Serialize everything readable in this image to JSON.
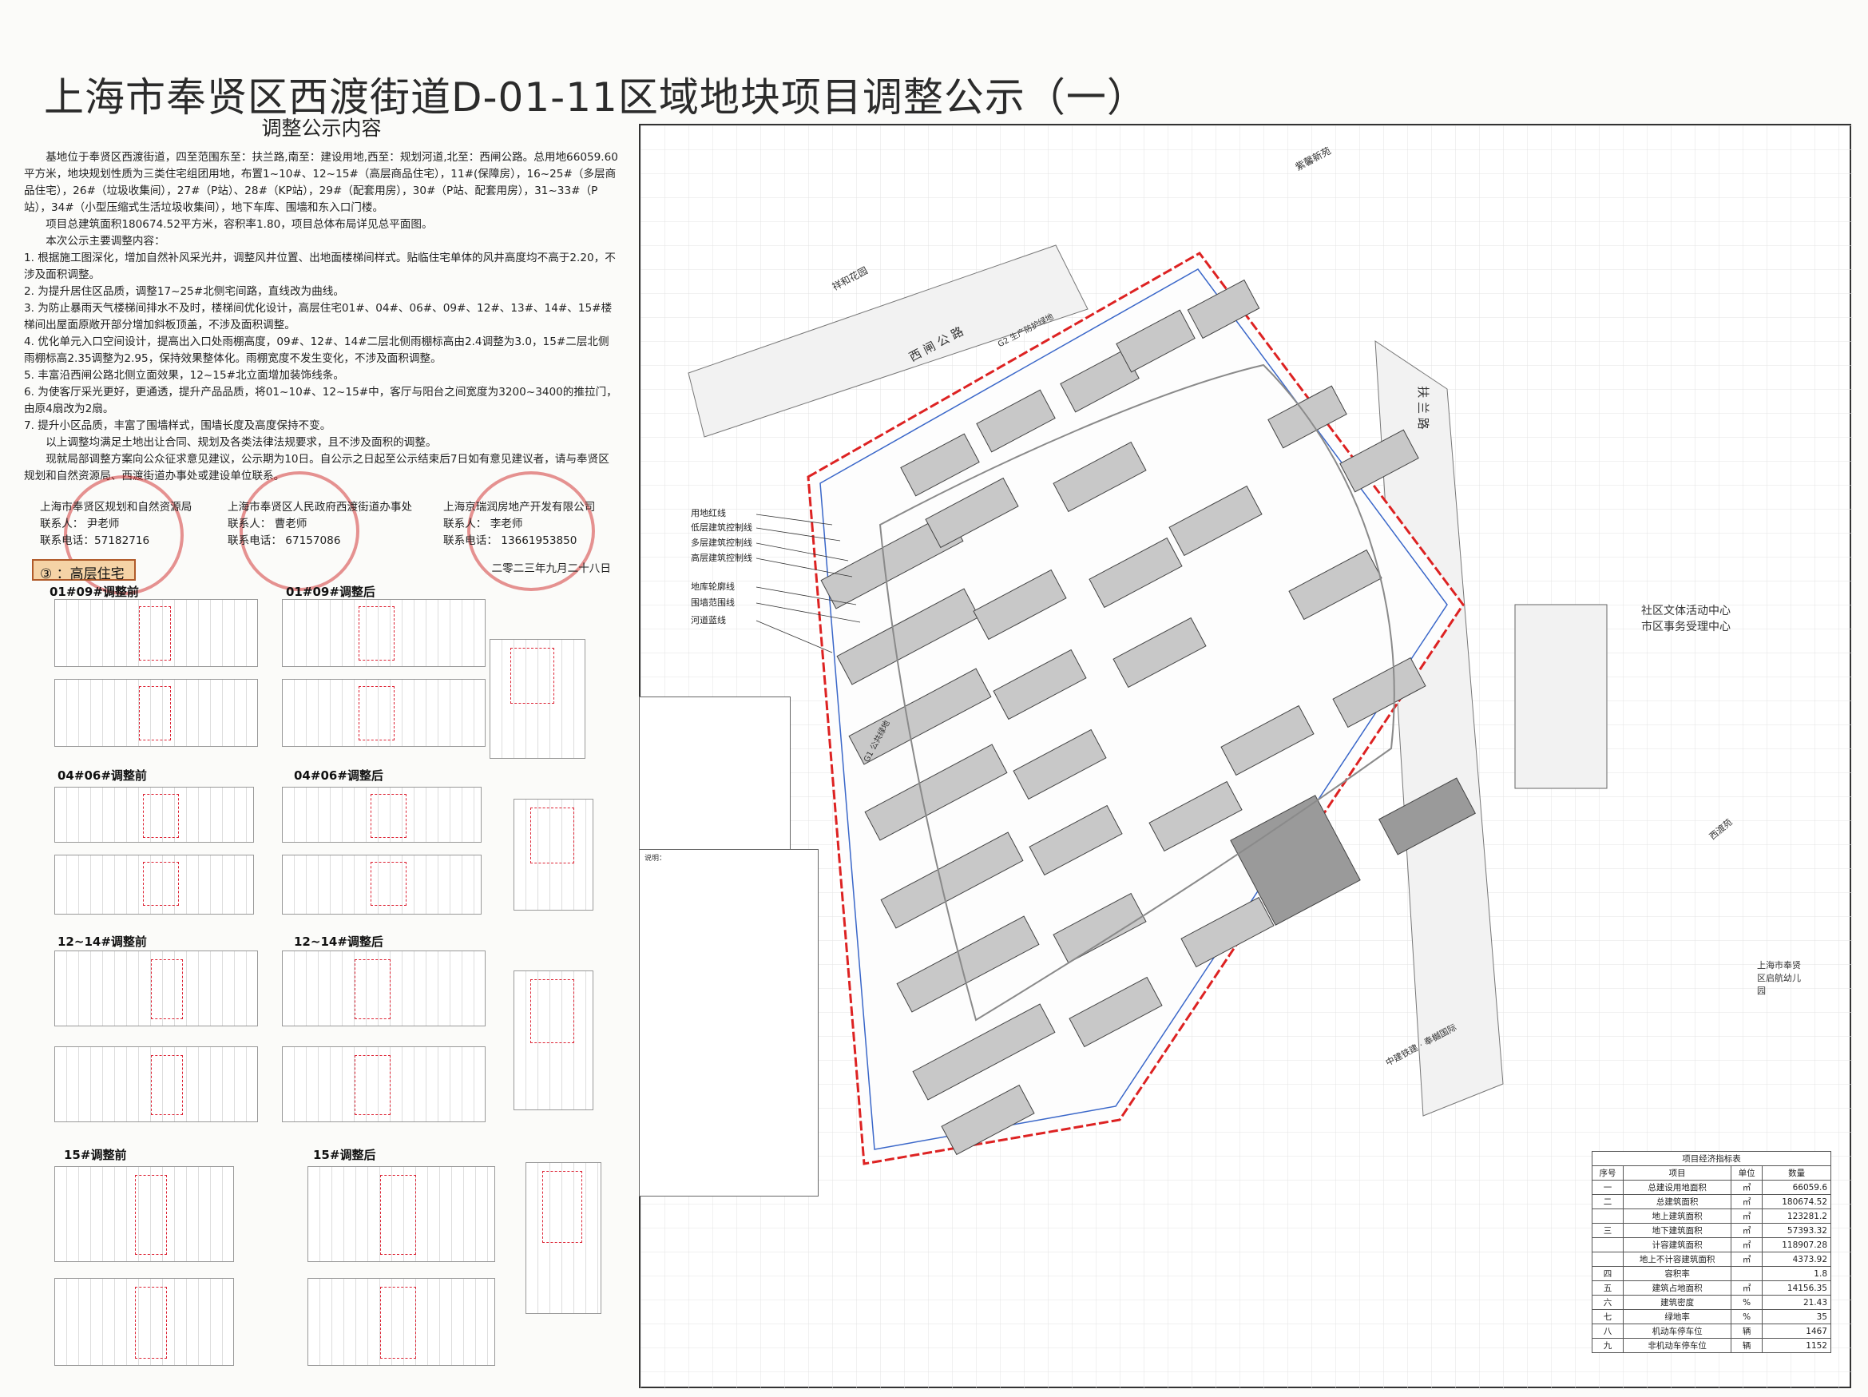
{
  "title": "上海市奉贤区西渡街道D-01-11区域地块项目调整公示（一）",
  "announcement": {
    "heading": "调整公示内容",
    "paragraphs": [
      "基地位于奉贤区西渡街道，四至范围东至：扶兰路,南至：建设用地,西至：规划河道,北至：西闸公路。总用地66059.60平方米，地块规划性质为三类住宅组团用地，布置1~10#、12~15#（高层商品住宅），11#(保障房），16~25#（多层商品住宅），26#（垃圾收集间），27#（P站）、28#（KP站），29#（配套用房），30#（P站、配套用房），31~33#（P站），34#（小型压缩式生活垃圾收集间），地下车库、围墙和东入口门楼。",
      "项目总建筑面积180674.52平方米，容积率1.80，项目总体布局详见总平面图。",
      "本次公示主要调整内容：",
      "1. 根据施工图深化，增加自然补风采光井，调整风井位置、出地面楼梯间样式。贴临住宅单体的风井高度均不高于2.20，不涉及面积调整。",
      "2. 为提升居住区品质，调整17~25#北侧宅间路，直线改为曲线。",
      "3. 为防止暴雨天气楼梯间排水不及时，楼梯间优化设计，高层住宅01#、04#、06#、09#、12#、13#、14#、15#楼梯间出屋面原敞开部分增加斜板顶盖，不涉及面积调整。",
      "4. 优化单元入口空间设计，提高出入口处雨棚高度，09#、12#、14#二层北侧雨棚标高由2.4调整为3.0，15#二层北侧雨棚标高2.35调整为2.95，保持效果整体化。雨棚宽度不发生变化，不涉及面积调整。",
      "5. 丰富沿西闸公路北侧立面效果，12~15#北立面增加装饰线条。",
      "6. 为使客厅采光更好，更通透，提升产品品质，将01~10#、12~15#中，客厅与阳台之间宽度为3200~3400的推拉门，由原4扇改为2扇。",
      "7. 提升小区品质，丰富了围墙样式，围墙长度及高度保持不变。",
      "以上调整均满足土地出让合同、规划及各类法律法规要求，且不涉及面积的调整。",
      "现就局部调整方案向公众征求意见建议，公示期为10日。自公示之日起至公示结束后7日如有意见建议者，请与奉贤区规划和自然资源局、西渡街道办事处或建设单位联系。"
    ],
    "orgs": [
      {
        "name": "上海市奉贤区规划和自然资源局",
        "contact": "联系人： 尹老师",
        "phone": "联系电话：57182716"
      },
      {
        "name": "上海市奉贤区人民政府西渡街道办事处",
        "contact": "联系人： 曹老师",
        "phone": "联系电话： 67157086"
      },
      {
        "name": "上海京瑞润房地产开发有限公司",
        "contact": "联系人： 李老师",
        "phone": "联系电话： 13661953850"
      }
    ],
    "date": "二零二三年九月二十八日"
  },
  "section_tag": "③ ：高层住宅",
  "comparisons": [
    {
      "before": "01#09#调整前",
      "after": "01#09#调整后"
    },
    {
      "before": "04#06#调整前",
      "after": "04#06#调整后"
    },
    {
      "before": "12~14#调整前",
      "after": "12~14#调整后"
    },
    {
      "before": "15#调整前",
      "after": "15#调整后"
    }
  ],
  "legend": [
    "用地红线",
    "低层建筑控制线",
    "多层建筑控制线",
    "高层建筑控制线",
    "地库轮廓线",
    "围墙范围线",
    "河道蓝线"
  ],
  "map_labels": {
    "xizha_road": "西 闸 公 路",
    "fulan_road": "扶 兰 路",
    "community": "社区文体活动中心\n市区事务受理中心",
    "xiangheyuan": "祥和花园",
    "zijingyuan": "紫馨新苑",
    "xiyuan": "西渡苑",
    "kindergarten": "上海市奉贤区启航幼儿园",
    "zhongjian": "中建铁建 · 奉樾国际",
    "green_g1": "G1 公共绿地",
    "green_g2": "G2 生产防护绿地"
  },
  "notes_heading": "说明：",
  "stats": {
    "caption": "项目经济指标表",
    "headers": [
      "序号",
      "项目",
      "单位",
      "数量"
    ],
    "rows": [
      [
        "一",
        "总建设用地面积",
        "㎡",
        "66059.6"
      ],
      [
        "二",
        "总建筑面积",
        "㎡",
        "180674.52"
      ],
      [
        "",
        "地上建筑面积",
        "㎡",
        "123281.2"
      ],
      [
        "三",
        "地下建筑面积",
        "㎡",
        "57393.32"
      ],
      [
        "",
        "计容建筑面积",
        "㎡",
        "118907.28"
      ],
      [
        "",
        "地上不计容建筑面积",
        "㎡",
        "4373.92"
      ],
      [
        "四",
        "容积率",
        "",
        "1.8"
      ],
      [
        "五",
        "建筑占地面积",
        "㎡",
        "14156.35"
      ],
      [
        "六",
        "建筑密度",
        "%",
        "21.43"
      ],
      [
        "七",
        "绿地率",
        "%",
        "35"
      ],
      [
        "八",
        "机动车停车位",
        "辆",
        "1467"
      ],
      [
        "九",
        "非机动车停车位",
        "辆",
        "1152"
      ]
    ]
  }
}
